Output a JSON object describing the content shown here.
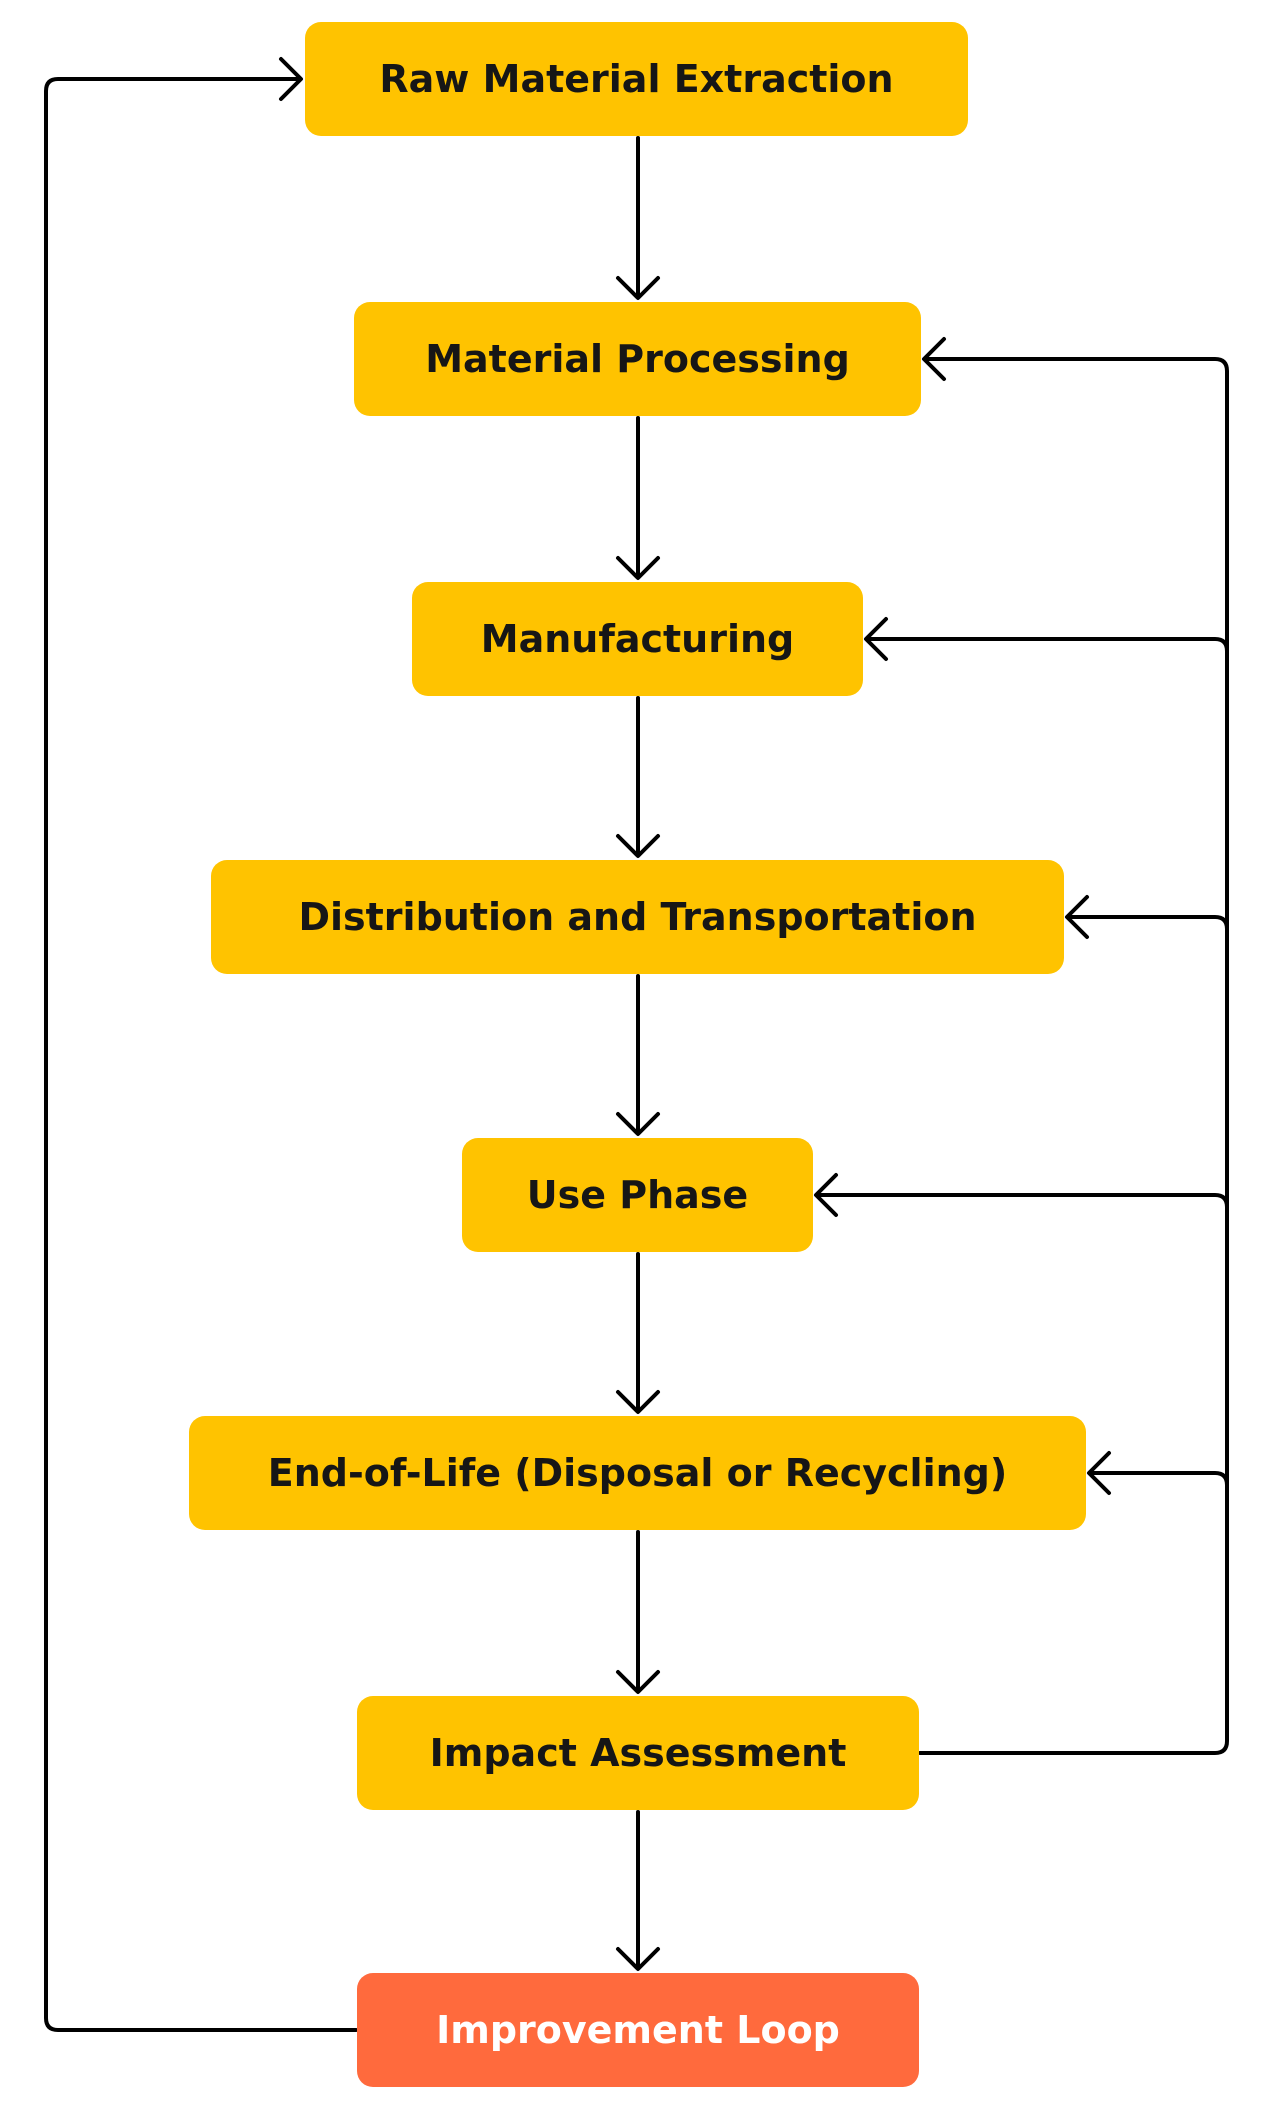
{
  "colors": {
    "stage_fill": "#FFC300",
    "loop_fill": "#FF6A3D",
    "connector": "#000000"
  },
  "nodes": [
    {
      "id": "raw-material-extraction",
      "label": "Raw Material Extraction"
    },
    {
      "id": "material-processing",
      "label": "Material Processing"
    },
    {
      "id": "manufacturing",
      "label": "Manufacturing"
    },
    {
      "id": "distribution-and-transportation",
      "label": "Distribution and Transportation"
    },
    {
      "id": "use-phase",
      "label": "Use Phase"
    },
    {
      "id": "end-of-life",
      "label": "End-of-Life (Disposal or Recycling)"
    },
    {
      "id": "impact-assessment",
      "label": "Impact Assessment"
    },
    {
      "id": "improvement-loop",
      "label": "Improvement Loop"
    }
  ],
  "edges": [
    {
      "from": "raw-material-extraction",
      "to": "material-processing"
    },
    {
      "from": "material-processing",
      "to": "manufacturing"
    },
    {
      "from": "manufacturing",
      "to": "distribution-and-transportation"
    },
    {
      "from": "distribution-and-transportation",
      "to": "use-phase"
    },
    {
      "from": "use-phase",
      "to": "end-of-life"
    },
    {
      "from": "end-of-life",
      "to": "impact-assessment"
    },
    {
      "from": "impact-assessment",
      "to": "improvement-loop"
    },
    {
      "from": "impact-assessment",
      "to": "material-processing"
    },
    {
      "from": "impact-assessment",
      "to": "manufacturing"
    },
    {
      "from": "impact-assessment",
      "to": "distribution-and-transportation"
    },
    {
      "from": "impact-assessment",
      "to": "use-phase"
    },
    {
      "from": "impact-assessment",
      "to": "end-of-life"
    },
    {
      "from": "improvement-loop",
      "to": "raw-material-extraction"
    }
  ]
}
